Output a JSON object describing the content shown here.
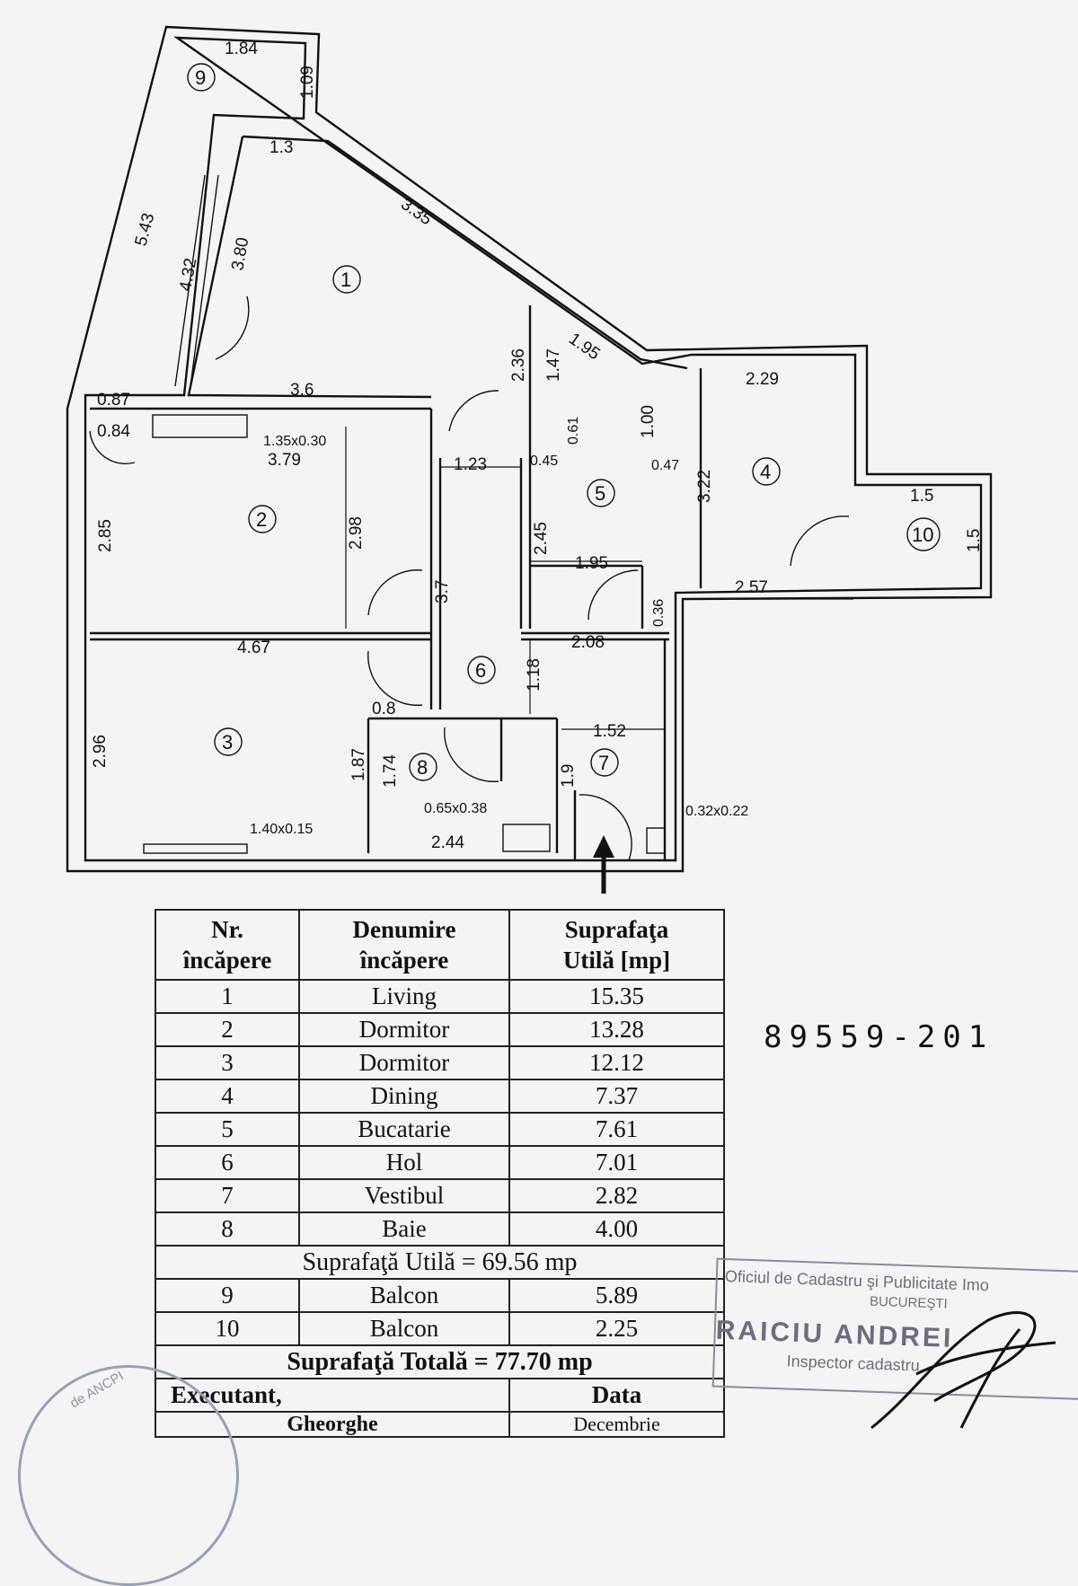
{
  "plan": {
    "rooms": [
      "1",
      "2",
      "3",
      "4",
      "5",
      "6",
      "7",
      "8",
      "9",
      "10"
    ],
    "dims": {
      "d184": "1.84",
      "d109": "1.09",
      "d13": "1.3",
      "d335": "3.35",
      "d543": "5.43",
      "d432": "4.32",
      "d380": "3.80",
      "d236": "2.36",
      "d147": "1.47",
      "d195a": "1.95",
      "d229": "2.29",
      "d36": "3.6",
      "d087": "0.87",
      "d084": "0.84",
      "d135": "1.35x0.30",
      "d379": "3.79",
      "d123": "1.23",
      "d045": "0.45",
      "d061": "0.61",
      "d100": "1.00",
      "d047": "0.47",
      "d322": "3.22",
      "d15a": "1.5",
      "d15b": "1.5",
      "d285": "2.85",
      "d298": "2.98",
      "d37": "3.7",
      "d245": "2.45",
      "d195b": "1.95",
      "d036": "0.36",
      "d257": "2.57",
      "d467": "4.67",
      "d208": "2.08",
      "d118": "1.18",
      "d08": "0.8",
      "d296": "2.96",
      "d152": "1.52",
      "d187": "1.87",
      "d174": "1.74",
      "d19": "1.9",
      "d065": "0.65x0.38",
      "d032": "0.32x0.22",
      "d140": "1.40x0.15",
      "d244": "2.44"
    }
  },
  "table": {
    "h_nr": "Nr.",
    "h_nr2": "încăpere",
    "h_den": "Denumire",
    "h_den2": "încăpere",
    "h_sup": "Suprafaţa",
    "h_sup2": "Utilă [mp]",
    "rows": [
      {
        "nr": "1",
        "name": "Living",
        "area": "15.35"
      },
      {
        "nr": "2",
        "name": "Dormitor",
        "area": "13.28"
      },
      {
        "nr": "3",
        "name": "Dormitor",
        "area": "12.12"
      },
      {
        "nr": "4",
        "name": "Dining",
        "area": "7.37"
      },
      {
        "nr": "5",
        "name": "Bucatarie",
        "area": "7.61"
      },
      {
        "nr": "6",
        "name": "Hol",
        "area": "7.01"
      },
      {
        "nr": "7",
        "name": "Vestibul",
        "area": "2.82"
      },
      {
        "nr": "8",
        "name": "Baie",
        "area": "4.00"
      }
    ],
    "subtotal": "Suprafaţă Utilă = 69.56 mp",
    "balconies": [
      {
        "nr": "9",
        "name": "Balcon",
        "area": "5.89"
      },
      {
        "nr": "10",
        "name": "Balcon",
        "area": "2.25"
      }
    ],
    "total": "Suprafaţă Totală = 77.70 mp",
    "executant": "Executant,",
    "data_label": "Data",
    "executant_name": "Gheorghe",
    "data_value": "Decembrie"
  },
  "cad_number": "89559-201",
  "stamp": {
    "line1": "Oficiul de Cadastru şi Publicitate Imo",
    "line2": "BUCUREŞTI",
    "line3": "RAICIU ANDREI",
    "line4": "Inspector cadastru"
  },
  "seal_text": "de ANCPI"
}
